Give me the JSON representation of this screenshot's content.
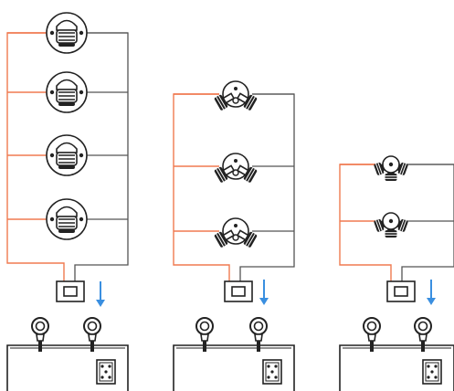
{
  "colors": {
    "background": "#ffffff",
    "live_wire": "#f07a50",
    "return_wire": "#555555",
    "arrow": "#3a8fe0",
    "fixture_outline": "#222222",
    "fixture_fill": "#ffffff"
  },
  "groups": [
    {
      "id": "group-1",
      "fixture_type": "recessed-downlight",
      "fixture_count": 4,
      "switch": "wall-switch",
      "arrow": "down-arrow",
      "power_unit": {
        "glands": 2,
        "terminal_panel": "terminal-block"
      }
    },
    {
      "id": "group-2",
      "fixture_type": "twin-spotlight",
      "fixture_count": 3,
      "switch": "wall-switch",
      "arrow": "down-arrow",
      "power_unit": {
        "glands": 2,
        "terminal_panel": "terminal-block"
      }
    },
    {
      "id": "group-3",
      "fixture_type": "triple-spotlight",
      "fixture_count": 2,
      "switch": "wall-switch",
      "arrow": "down-arrow",
      "power_unit": {
        "glands": 2,
        "terminal_panel": "terminal-block"
      }
    }
  ]
}
